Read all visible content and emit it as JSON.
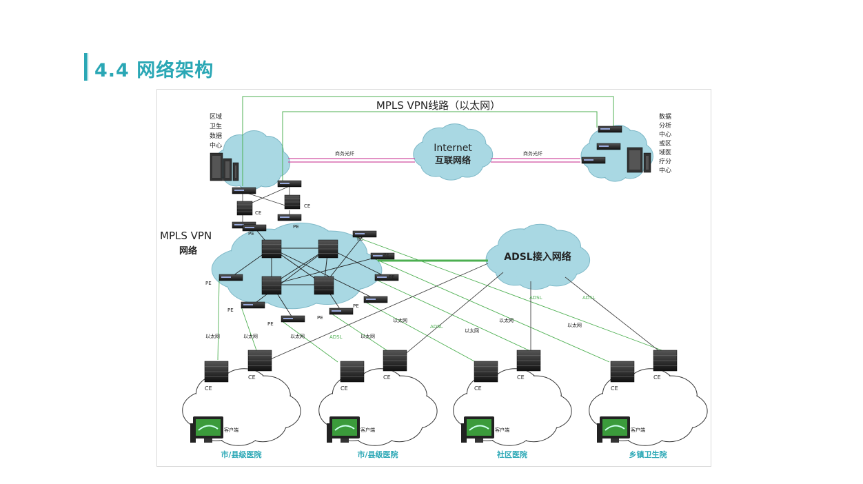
{
  "page": {
    "title": "4.4 网络架构"
  },
  "diagram": {
    "mpls_line_label": "MPLS VPN线路（以太网）",
    "internet_label": [
      "Internet",
      "互联网络"
    ],
    "fiber_label": "商务光纤",
    "left_dc_label": [
      "区域",
      "卫生",
      "数据",
      "中心"
    ],
    "right_dc_label": [
      "数据",
      "分析",
      "中心",
      "或区",
      "域医",
      "疗分",
      "中心"
    ],
    "mpls_cloud_label": [
      "MPLS VPN",
      "网络"
    ],
    "adsl_cloud_label": "ADSL接入网络",
    "ce": "CE",
    "pe": "PE",
    "ethernet": "以太网",
    "adsl": "ADSL",
    "client": "客户端",
    "sites": [
      "市/县级医院",
      "市/县级医院",
      "社区医院",
      "乡镇卫生院"
    ],
    "colors": {
      "accent": "#2aa7b5",
      "cloud": "#a9d8e3",
      "fiber": "#d04fa0",
      "link_green": "#4caf50",
      "link_dark": "#555555"
    }
  }
}
